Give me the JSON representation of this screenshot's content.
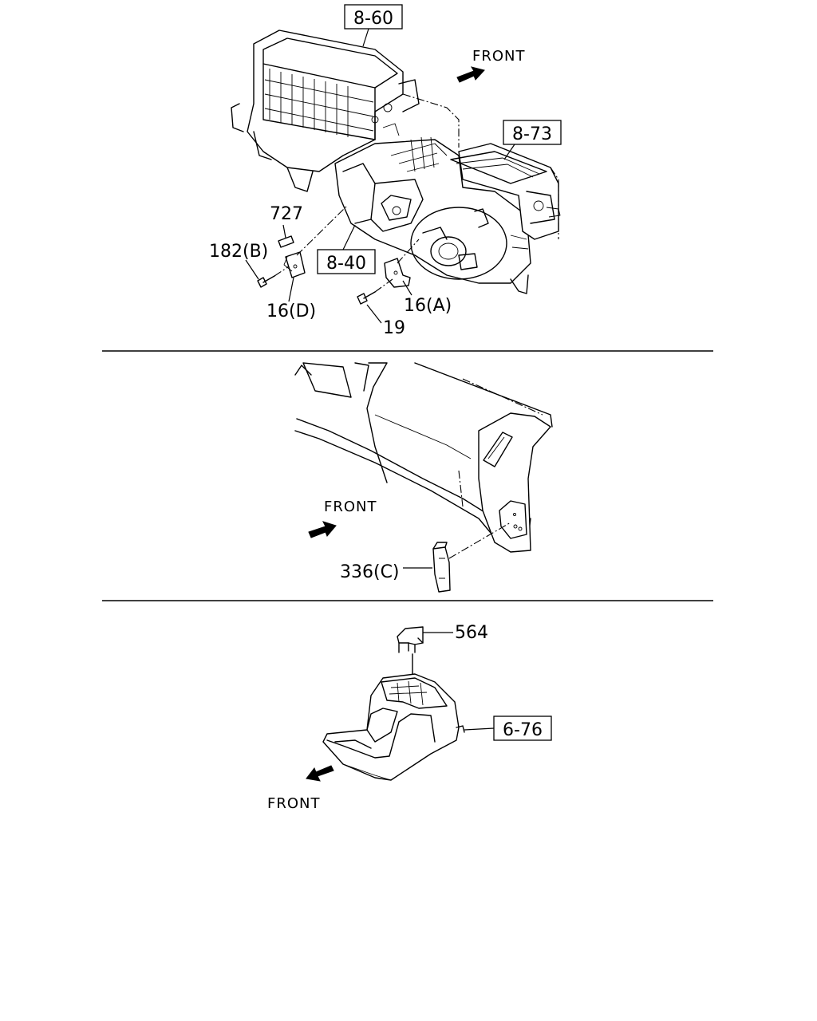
{
  "section1": {
    "ref_heater_unit": "8-60",
    "ref_blower_unit": "8-73",
    "ref_blower_fan": "8-40",
    "front_label": "FRONT",
    "part_727": "727",
    "part_182b": "182(B)",
    "part_16d": "16(D)",
    "part_16a": "16(A)",
    "part_19": "19"
  },
  "section2": {
    "front_label": "FRONT",
    "part_336c": "336(C)"
  },
  "section3": {
    "part_564": "564",
    "ref_console": "6-76",
    "front_label": "FRONT"
  }
}
